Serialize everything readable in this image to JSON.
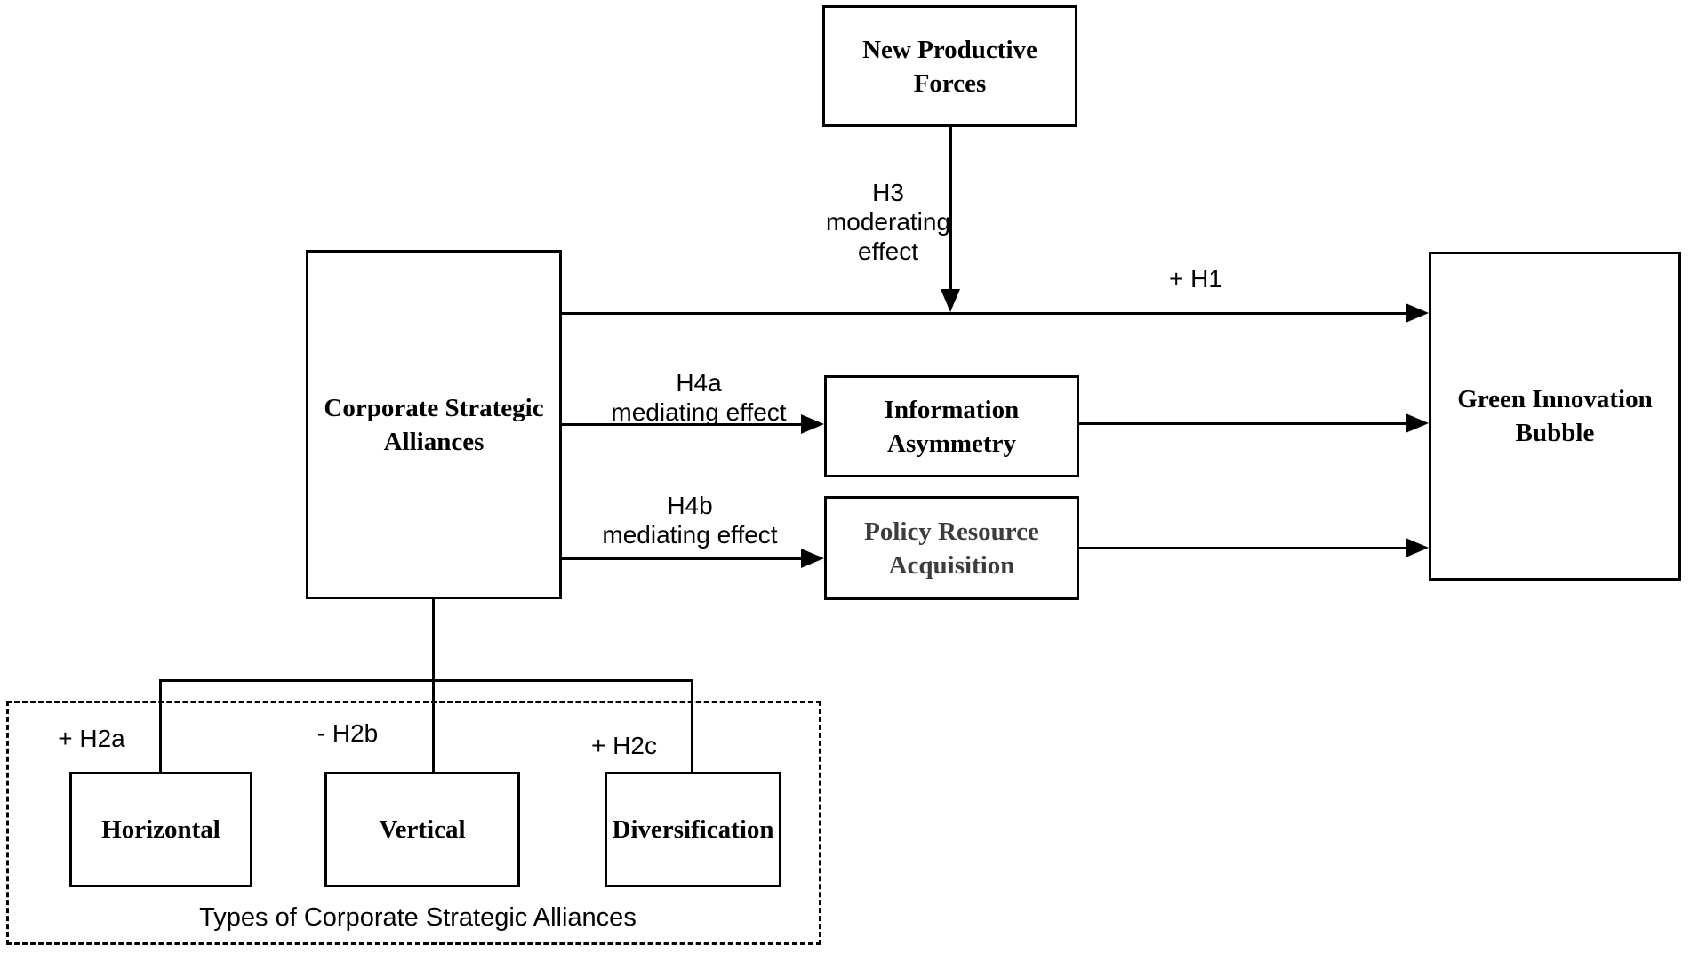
{
  "colors": {
    "line": "#000000",
    "box_border": "#000000",
    "text": "#000000",
    "policy_resource_text": "#3d3d3d",
    "background": "#ffffff"
  },
  "nodes": {
    "new_productive_forces": {
      "label": "New Productive Forces"
    },
    "corporate_strategic_alliances": {
      "label": "Corporate Strategic Alliances"
    },
    "information_asymmetry": {
      "label": "Information Asymmetry"
    },
    "policy_resource_acquisition": {
      "label": "Policy Resource Acquisition"
    },
    "green_innovation_bubble": {
      "label": "Green Innovation Bubble"
    },
    "horizontal": {
      "label": "Horizontal"
    },
    "vertical": {
      "label": "Vertical"
    },
    "diversification": {
      "label": "Diversification"
    }
  },
  "edges": {
    "h1": {
      "label": "+ H1"
    },
    "h3": {
      "lines": [
        "H3",
        "moderating",
        "effect"
      ]
    },
    "h4a": {
      "lines": [
        "H4a",
        "mediating effect"
      ]
    },
    "h4b": {
      "lines": [
        "H4b",
        "mediating effect"
      ]
    },
    "h2a": {
      "label": "+ H2a"
    },
    "h2b": {
      "label": "- H2b"
    },
    "h2c": {
      "label": "+ H2c"
    }
  },
  "group": {
    "caption": "Types of Corporate Strategic Alliances"
  }
}
